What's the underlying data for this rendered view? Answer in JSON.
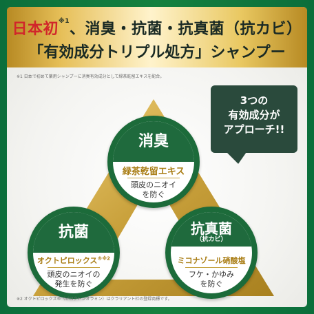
{
  "header": {
    "title_line1_highlight": "日本初",
    "title_line1_note": "※1",
    "title_line1_rest": "、消臭・抗菌・抗真菌（抗カビ）",
    "title_line2": "「有効成分トリプル処方」シャンプー",
    "footnote": "※1 日本で初めて薬用シャンプーに消臭有効成分として緑茶乾留エキスを配合。"
  },
  "bubble": {
    "line1": "3つの",
    "line2": "有効成分が",
    "line3": "アプローチ!!"
  },
  "circles": [
    {
      "title": "消臭",
      "ingredient": "緑茶乾留エキス",
      "desc1": "頭皮のニオイ",
      "desc2": "を防ぐ"
    },
    {
      "title": "抗菌",
      "ingredient": "オクトピロックス",
      "ingredient_mark": "®",
      "ingredient_note": "※2",
      "desc1": "頭皮のニオイの",
      "desc2": "発生を防ぐ"
    },
    {
      "title": "抗真菌",
      "subtitle": "（抗カビ）",
      "ingredient": "ミコナゾール硝酸塩",
      "desc1": "フケ・かゆみ",
      "desc2": "を防ぐ"
    }
  ],
  "footnote2": "※2 オクトピロックス®（ピロクトンオラミン）はクラリアント社の登録商標です。",
  "colors": {
    "green": "#1f6a3d",
    "gold": "#c9a13c",
    "red": "#d1262a",
    "bubble": "#2a4a3c"
  }
}
